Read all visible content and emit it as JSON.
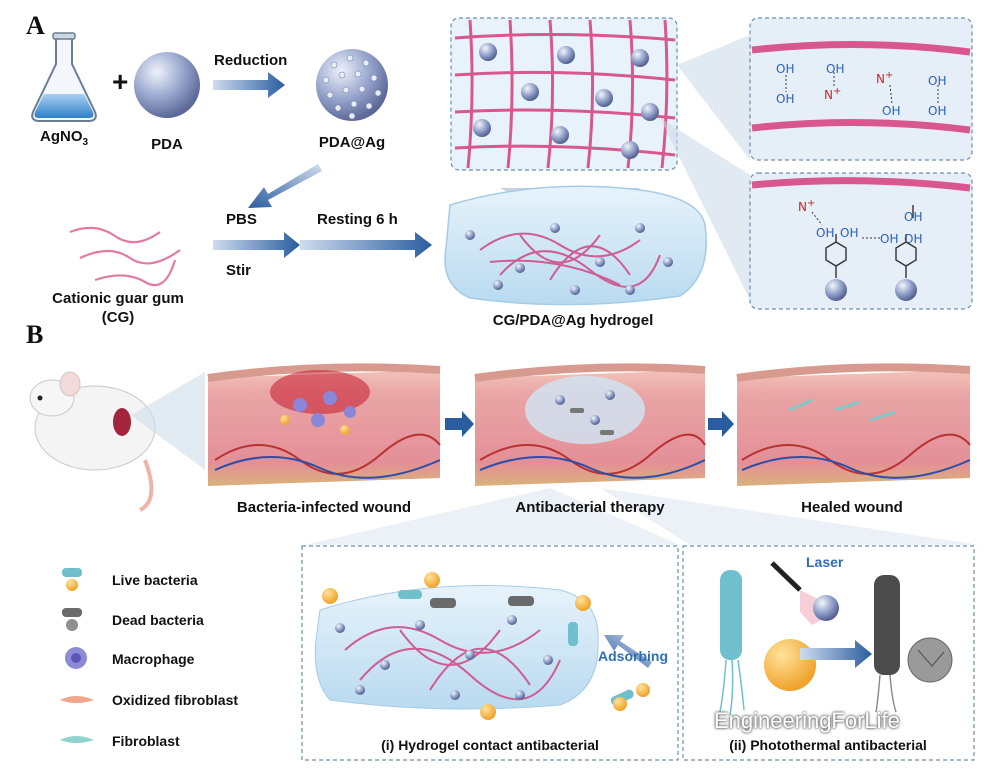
{
  "panels": {
    "a": "A",
    "b": "B"
  },
  "panel_a": {
    "agno3": "AgNO",
    "agno3_sub": "3",
    "plus": "+",
    "pda": "PDA",
    "reduction": "Reduction",
    "pda_ag": "PDA@Ag",
    "pbs": "PBS",
    "stir": "Stir",
    "resting": "Resting 6 h",
    "cg_line1": "Cationic guar gum",
    "cg_line2": "(CG)",
    "hydrogel": "CG/PDA@Ag hydrogel",
    "chem": {
      "oh": "OH",
      "n": "N",
      "n_charge": "+"
    }
  },
  "panel_b": {
    "stage1": "Bacteria-infected wound",
    "stage2": "Antibacterial therapy",
    "stage3": "Healed wound",
    "legend": [
      "Live bacteria",
      "Dead bacteria",
      "Macrophage",
      "Oxidized fibroblast",
      "Fibroblast"
    ],
    "box1_title": "(i) Hydrogel contact antibacterial",
    "adsorbing": "Adsorbing",
    "box2_title": "(ii) Photothermal antibacterial",
    "laser": "Laser"
  },
  "watermark": "EngineeringForLife",
  "colors": {
    "arrow": "#2a5d9f",
    "fiber": "#d9578f",
    "gel": "#cfe6f5",
    "skin": "#e9a6a6",
    "box_border": "#6b8fb0"
  }
}
